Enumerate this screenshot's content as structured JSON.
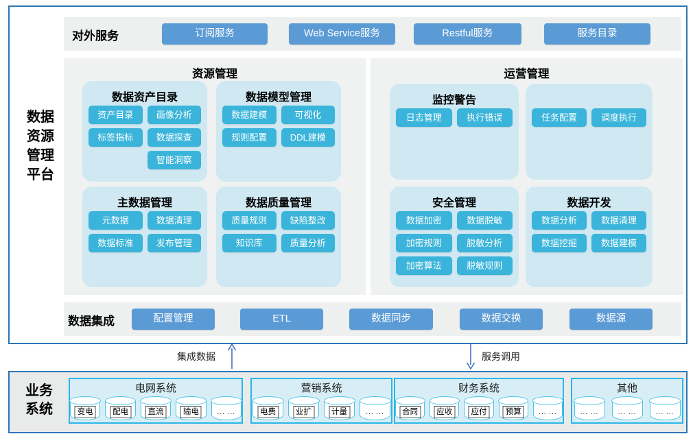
{
  "platform": {
    "side_title_lines": [
      "数据",
      "资源",
      "管理",
      "平台"
    ],
    "external": {
      "label": "对外服务",
      "buttons": [
        "订阅服务",
        "Web Service服务",
        "Restful服务",
        "服务目录"
      ]
    },
    "panels": [
      {
        "title": "资源管理",
        "groups": [
          {
            "title": "数据资产目录",
            "buttons": [
              "资产目录",
              "画像分析",
              "标签指标",
              "数据探查",
              "智能洞察"
            ]
          },
          {
            "title": "数据模型管理",
            "buttons": [
              "数据建模",
              "可视化",
              "规则配置",
              "DDL建模"
            ]
          },
          {
            "title": "主数据管理",
            "buttons": [
              "元数据",
              "数据清理",
              "数据标准",
              "发布管理"
            ]
          },
          {
            "title": "数据质量管理",
            "buttons": [
              "质量规则",
              "缺陷整改",
              "知识库",
              "质量分析"
            ]
          }
        ]
      },
      {
        "title": "运营管理",
        "groups": [
          {
            "title": "监控警告",
            "buttons": [
              "日志管理",
              "执行错误"
            ]
          },
          {
            "title": "",
            "buttons": [
              "任务配置",
              "调度执行"
            ]
          },
          {
            "title": "安全管理",
            "buttons": [
              "数据加密",
              "数据脱敏",
              "加密规则",
              "脱敏分析",
              "加密算法",
              "脱敏规则"
            ]
          },
          {
            "title": "数据开发",
            "buttons": [
              "数据分析",
              "数据清理",
              "数据挖掘",
              "数据建模"
            ]
          }
        ]
      }
    ],
    "integration": {
      "label": "数据集成",
      "buttons": [
        "配置管理",
        "ETL",
        "数据同步",
        "数据交换",
        "数据源"
      ]
    }
  },
  "flows": {
    "up_label": "集成数据",
    "down_label": "服务调用"
  },
  "business": {
    "side_title_lines": [
      "业务",
      "系统"
    ],
    "systems": [
      {
        "title": "电网系统",
        "items": [
          "变电",
          "配电",
          "直流",
          "输电",
          "... ..."
        ]
      },
      {
        "title": "营销系统",
        "items": [
          "电费",
          "业扩",
          "计量",
          "... ..."
        ]
      },
      {
        "title": "财务系统",
        "items": [
          "合同",
          "应收",
          "应付",
          "预算",
          "... ..."
        ]
      },
      {
        "title": "其他",
        "items": [
          "... ...",
          "... ...",
          "... ..."
        ]
      }
    ]
  },
  "colors": {
    "primary_blue_button": "#5b9bd5",
    "cyan_node_button": "#3ab4da",
    "group_background": "#cfe8f2",
    "panel_background": "#f0f2f2",
    "row_background": "#eef0f0",
    "outer_border_blue": "#2e75b6",
    "system_box_border": "#2bb6e8",
    "system_box_fill": "#d8eef7",
    "arrow_blue": "#4472c4"
  }
}
